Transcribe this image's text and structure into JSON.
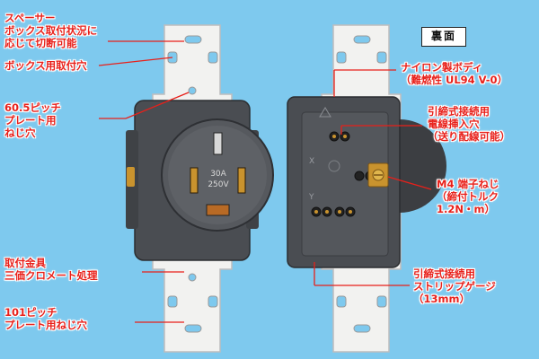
{
  "rear_tag": "裏面",
  "left_labels": {
    "spacer": [
      "スペーサー",
      "ボックス取付状況に",
      "応じて切断可能"
    ],
    "box_mount_hole": [
      "ボックス用取付穴"
    ],
    "pitch_605": [
      "60.5ピッチ",
      "プレート用",
      "ねじ穴"
    ],
    "bracket": [
      "取付金具",
      "三価クロメート処理"
    ],
    "pitch_101": [
      "101ピッチ",
      "プレート用ねじ穴"
    ]
  },
  "right_labels": {
    "nylon": [
      "ナイロン製ボディ",
      "（難燃性 UL94 V-0）"
    ],
    "wire_insert": [
      "引締式接続用",
      "電線挿入穴",
      "（送り配線可能）"
    ],
    "terminal_screw": [
      "M4 端子ねじ",
      "（締付トルク",
      "1.2N・m）"
    ],
    "strip_gauge": [
      "引締式接続用",
      "ストリップゲージ",
      "（13mm）"
    ]
  },
  "face_text": [
    "30A",
    "250V"
  ],
  "colors": {
    "background": "#7ec9ee",
    "label": "#e8201a",
    "body": "#4a4d52",
    "plate": "#f2f2f0",
    "brass": "#c9932e"
  }
}
